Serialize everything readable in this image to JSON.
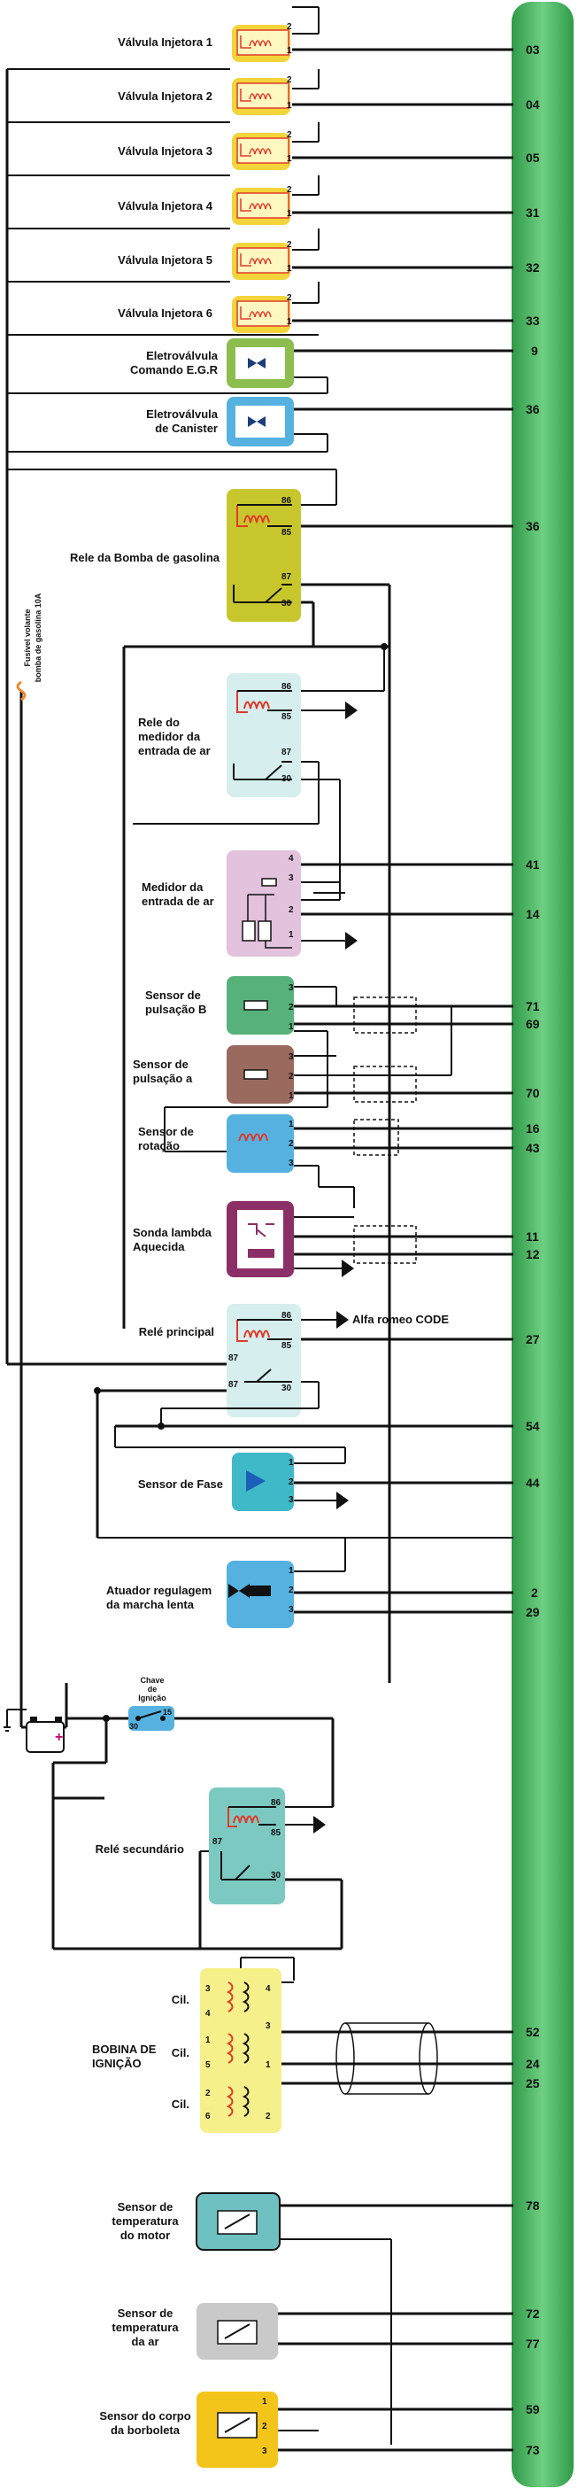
{
  "injectors": [
    {
      "label": "Válvula Injetora 1",
      "terminal": "03"
    },
    {
      "label": "Válvula Injetora 2",
      "terminal": "04"
    },
    {
      "label": "Válvula Injetora 3",
      "terminal": "05"
    },
    {
      "label": "Válvula Injetora 4",
      "terminal": "31"
    },
    {
      "label": "Válvula Injetora 5",
      "terminal": "32"
    },
    {
      "label": "Válvula Injetora 6",
      "terminal": "33"
    }
  ],
  "injector_pins": {
    "top": "2",
    "bottom": "1"
  },
  "egr": {
    "label_line1": "Eletroválvula",
    "label_line2": "Comando E.G.R",
    "terminal": "9"
  },
  "canister": {
    "label_line1": "Eletroválvula",
    "label_line2": "de Canister",
    "terminal": "36"
  },
  "fuel_relay": {
    "label": "Rele da Bomba de gasolina",
    "terminal": "36",
    "pins": [
      "86",
      "85",
      "87",
      "30"
    ]
  },
  "fuse": {
    "label_line1": "Fusível volante",
    "label_line2": "bomba de gasolina 10A"
  },
  "air_relay": {
    "label_line1": "Rele do",
    "label_line2": "medidor da",
    "label_line3": "entrada de ar",
    "pins": [
      "86",
      "85",
      "87",
      "30"
    ]
  },
  "air_meter": {
    "label_line1": "Medidor da",
    "label_line2": "entrada de ar",
    "pins": [
      "4",
      "3",
      "2",
      "1"
    ],
    "terminals": [
      "41",
      "14"
    ]
  },
  "pulse_b": {
    "label_line1": "Sensor de",
    "label_line2": "pulsação B",
    "pins": [
      "3",
      "2",
      "1"
    ],
    "terminals": [
      "71",
      "69"
    ]
  },
  "pulse_a": {
    "label_line1": "Sensor de",
    "label_line2": "pulsação a",
    "pins": [
      "3",
      "2",
      "1"
    ],
    "terminals": [
      "70"
    ]
  },
  "rotation": {
    "label_line1": "Sensor de",
    "label_line2": "rotação",
    "pins": [
      "1",
      "2",
      "3"
    ],
    "terminals": [
      "16",
      "43"
    ]
  },
  "lambda": {
    "label_line1": "Sonda lambda",
    "label_line2": "Aquecida",
    "terminals": [
      "11",
      "12"
    ]
  },
  "main_relay": {
    "label": "Relé principal",
    "pins": [
      "86",
      "85",
      "87",
      "87",
      "30"
    ],
    "note": "Alfa romeo CODE",
    "terminals": [
      "27",
      "54"
    ]
  },
  "phase_sensor": {
    "label": "Sensor de Fase",
    "pins": [
      "1",
      "2",
      "3"
    ],
    "terminal": "44"
  },
  "idle_actuator": {
    "label_line1": "Atuador regulagem",
    "label_line2": "da marcha lenta",
    "pins": [
      "1",
      "2",
      "3"
    ],
    "terminals": [
      "2",
      "29"
    ]
  },
  "ignition_switch": {
    "label_line1": "Chave",
    "label_line2": "de",
    "label_line3": "Ignição",
    "pins": [
      "30",
      "15"
    ]
  },
  "battery": {
    "plus": "+"
  },
  "secondary_relay": {
    "label": "Relé secundário",
    "pins": [
      "86",
      "85",
      "87",
      "30"
    ]
  },
  "coil": {
    "label_line1": "BOBINA DE",
    "label_line2": "IGNIÇÃO",
    "cil_labels": [
      "Cil.",
      "Cil.",
      "Cil."
    ],
    "left_pins": [
      "3",
      "4",
      "1",
      "5",
      "2",
      "6"
    ],
    "right_pins": [
      "4",
      "3",
      "1",
      "2"
    ],
    "terminals": [
      "52",
      "24",
      "25"
    ]
  },
  "engine_temp": {
    "label_line1": "Sensor de",
    "label_line2": "temperatura",
    "label_line3": "do motor",
    "terminal": "78"
  },
  "air_temp": {
    "label_line1": "Sensor de",
    "label_line2": "temperatura",
    "label_line3": "da ar",
    "terminals": [
      "72",
      "77"
    ]
  },
  "throttle": {
    "label_line1": "Sensor do corpo",
    "label_line2": "da borboleta",
    "pins": [
      "1",
      "2",
      "3"
    ],
    "terminals": [
      "59",
      "73"
    ]
  },
  "colors": {
    "ecu_bar": "#3dae57",
    "injector": "#f3d43a",
    "egr": "#8cbd4f",
    "canister": "#55b2e0",
    "fuel_relay": "#c7c62c",
    "air_relay": "#d6eeee",
    "air_meter": "#e2c2dd",
    "pulse_b": "#56b27a",
    "pulse_a": "#9a6a5f",
    "rotation": "#55b2e0",
    "lambda": "#8c2f66",
    "main_relay": "#d6eeee",
    "phase": "#3fb8c8",
    "idle": "#55b2e0",
    "secondary_relay": "#7cc9c1",
    "coil": "#f5f08a",
    "engine_temp": "#6fc0c0",
    "air_temp": "#c9c9c9",
    "throttle": "#f3c51a"
  }
}
